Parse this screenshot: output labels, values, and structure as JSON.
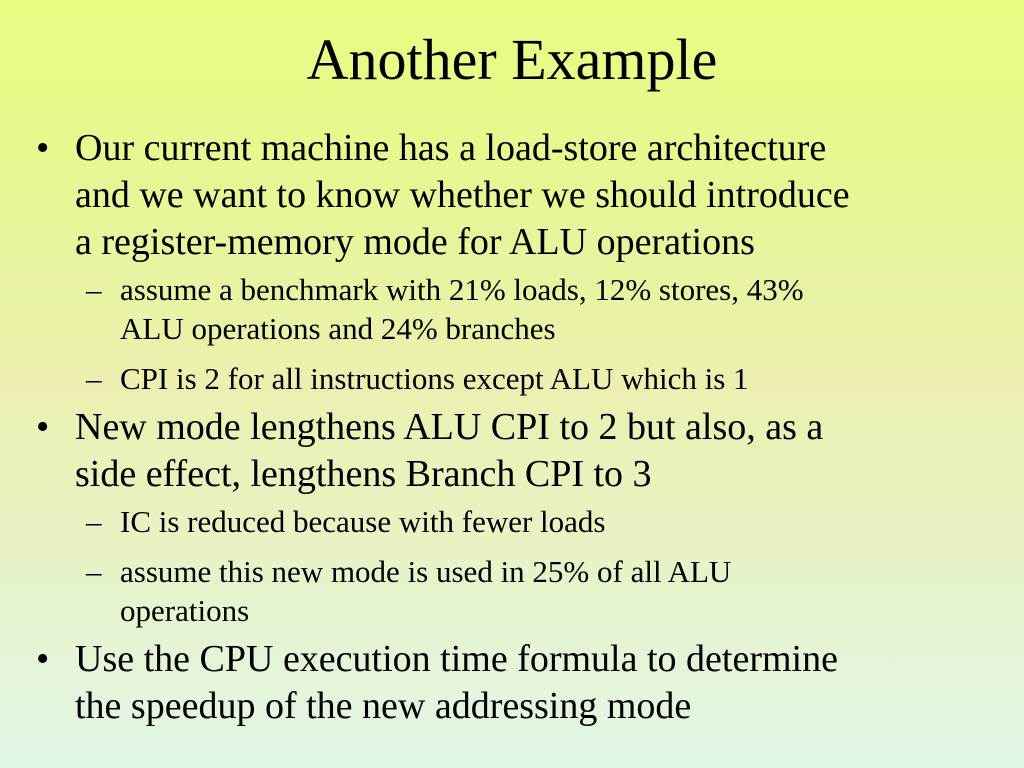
{
  "slide": {
    "title": "Another Example",
    "bullet_marker": "•",
    "sub_marker": "–",
    "bullets": [
      {
        "text": "Our current machine has a load-store architecture and we want to know whether we should introduce a register-memory mode for ALU operations",
        "lines": [
          "Our current machine has a load-store architecture",
          "and we want to know whether we should introduce",
          "a register-memory mode for ALU operations"
        ],
        "subs": [
          {
            "lines": [
              "assume a benchmark with 21% loads, 12% stores, 43%",
              "ALU operations and 24% branches"
            ]
          },
          {
            "lines": [
              "CPI is 2 for all instructions except ALU which is 1"
            ]
          }
        ]
      },
      {
        "lines": [
          "New mode lengthens ALU CPI to 2 but also, as a",
          "side effect, lengthens Branch CPI to 3"
        ],
        "subs": [
          {
            "lines": [
              "IC is reduced because with fewer loads"
            ]
          },
          {
            "lines": [
              "assume this new mode is used in 25% of all ALU",
              "operations"
            ]
          }
        ]
      },
      {
        "lines": [
          "Use the CPU execution time formula to determine",
          "the speedup of the new addressing mode"
        ],
        "subs": []
      }
    ]
  }
}
